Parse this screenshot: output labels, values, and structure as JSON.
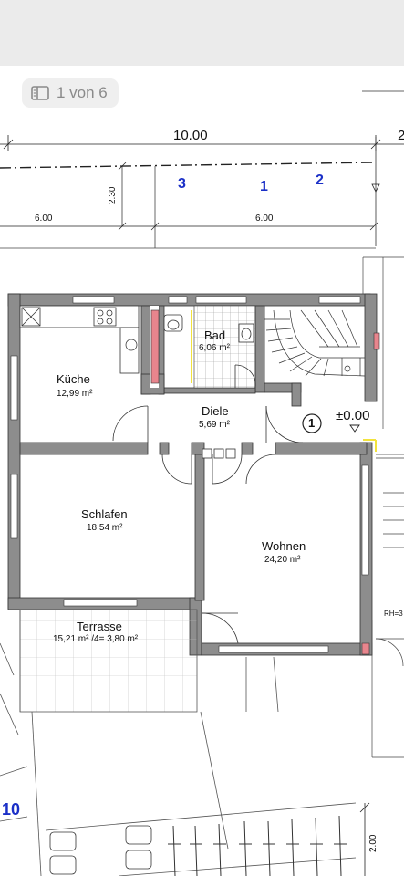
{
  "viewer": {
    "page_indicator": "1 von 6",
    "page_indicator_icon": "sidebar-icon"
  },
  "plan": {
    "dim_total": "10.00",
    "dim_total_right": "2",
    "dim_left": "6.00",
    "dim_right": "6.00",
    "dim_vertical": "2.30",
    "dim_bottom": "2.00",
    "parking_numbers": [
      "3",
      "1",
      "2"
    ],
    "lot_number": "10",
    "entrance_marker": "1",
    "level": "±0.00",
    "rh_label": "RH=3",
    "rooms": [
      {
        "name": "Bad",
        "area": "6,06 m²"
      },
      {
        "name": "Küche",
        "area": "12,99 m²"
      },
      {
        "name": "Diele",
        "area": "5,69 m²"
      },
      {
        "name": "Schlafen",
        "area": "18,54 m²"
      },
      {
        "name": "Wohnen",
        "area": "24,20 m²"
      },
      {
        "name": "Terrasse",
        "area": "15,21 m² /4= 3,80 m²"
      }
    ]
  }
}
